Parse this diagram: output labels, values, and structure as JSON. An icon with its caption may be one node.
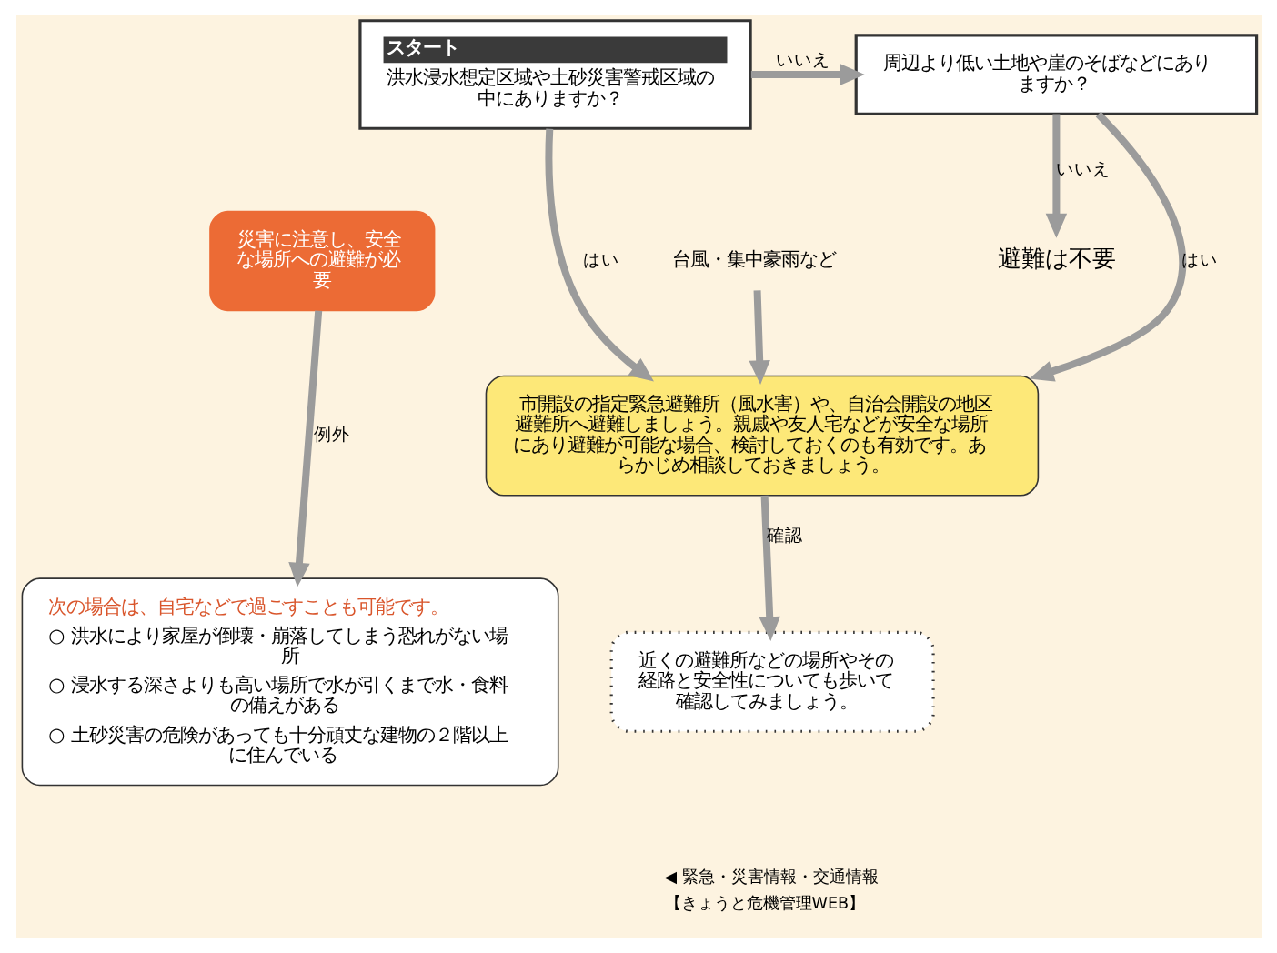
{
  "diagram": {
    "nodes": [
      {
        "text": [
          "スタート",
          "洪水浸水想定区域や土砂災害警戒区域の中にありますか？"
        ]
      },
      {
        "text": [
          "周辺より低い土地や崖のそばなどにありますか？"
        ]
      },
      {
        "text": [
          "災害に注意し、安全な場所への避難が必要"
        ]
      },
      {
        "text": [
          "台風・集中豪雨など"
        ]
      },
      {
        "text": [
          "市開設の指定緊急避難所（風水害）や、自治会開設の地区避難所へ避難しましょう。親戚や友人宅などが安全な場所にあり避難が可能な場合、検討しておくのも有効です。あらかじめ相談しておきましょう。"
        ]
      },
      {
        "text": [
          "避難は不要"
        ]
      },
      {
        "text": [
          "次の場合は、自宅などで過ごすことも可能です。",
          "○ 洪水により家屋が倒壊・崩落してしまう恐れがない場所",
          "○ 浸水する深さよりも高い場所で水が引くまで水・食料の備えがある",
          "○ 土砂災害の危険があっても十分頑丈な建物の２階以上に住んでいる"
        ]
      },
      {
        "text": [
          "近くの避難所などの場所やその経路と安全性についても歩いて確認してみましょう。"
        ]
      }
    ],
    "edges": [
      {
        "from": 0,
        "to": 1,
        "arrow": "to",
        "label": "いいえ"
      },
      {
        "from": 0,
        "to": 4,
        "arrow": "to",
        "label": "はい"
      },
      {
        "from": 3,
        "to": 4,
        "arrow": "to"
      },
      {
        "from": 1,
        "to": 4,
        "arrow": "to",
        "label": "はい"
      },
      {
        "from": 1,
        "to": 5,
        "arrow": "to",
        "label": "いいえ"
      },
      {
        "from": 2,
        "to": 6,
        "arrow": "to",
        "label": "例外"
      },
      {
        "from": 4,
        "to": 7,
        "arrow": "to",
        "label": "確認"
      }
    ],
    "labels": [
      "◀ 緊急・災害情報・交通情報",
      "【きょうと危機管理WEB】"
    ]
  }
}
